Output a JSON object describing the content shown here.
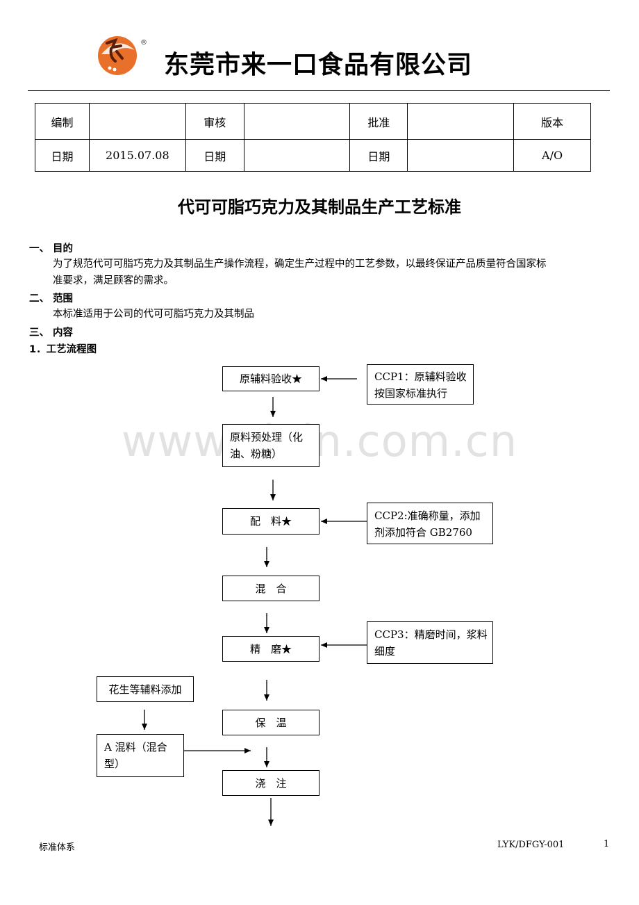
{
  "header": {
    "company": "东莞市来一口食品有限公司",
    "logo_mark": "®",
    "brand_color": "#e8702a"
  },
  "meta_table": {
    "row1": [
      "编制",
      "",
      "审核",
      "",
      "批准",
      "",
      "版本"
    ],
    "row2": [
      "日期",
      "2015.07.08",
      "日期",
      "",
      "日期",
      "",
      "A/O"
    ]
  },
  "title": "代可可脂巧克力及其制品生产工艺标准",
  "sections": {
    "s1_title": "一、 目的",
    "s1_line1": "为了规范代可可脂巧克力及其制品生产操作流程，确定生产过程中的工艺参数，以最终保证产品质量符合国家标",
    "s1_line2": "准要求，满足顾客的需求。",
    "s2_title": "二、 范围",
    "s2_text": "本标准适用于公司的代可可脂巧克力及其制品",
    "s3_title": "三、 内容",
    "s3_sub": "1．工艺流程图"
  },
  "flow": {
    "step1": "原辅料验收★",
    "step2_line1": "原料预处理（化",
    "step2_line2": "油、粉糖）",
    "step3": "配　料★",
    "step4": "混　合",
    "step5": "精　磨★",
    "step6": "保　温",
    "step7": "浇　注",
    "ccp1_line1": "CCP1：原辅料验收",
    "ccp1_line2": "按国家标准执行",
    "ccp2_line1": "CCP2:准确称量，添加",
    "ccp2_line2": "剂添加符合 GB2760",
    "ccp3_line1": "CCP3：精磨时间，浆料",
    "ccp3_line2": "细度",
    "aux": "花生等辅料添加",
    "mix_line1": "A 混料（混合",
    "mix_line2": "型）"
  },
  "watermark": "www.zixin.com.cn",
  "footer": {
    "left": "标准体系",
    "code": "LYK/DFGY-001",
    "page": "1"
  }
}
